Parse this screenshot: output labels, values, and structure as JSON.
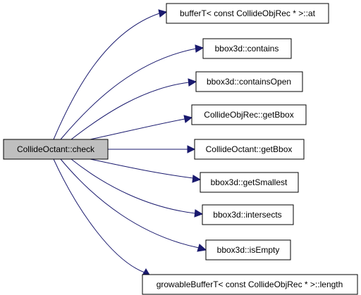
{
  "root": {
    "label": "CollideOctant::check"
  },
  "callees": [
    {
      "label": "bufferT< const CollideObjRec * >::at"
    },
    {
      "label": "bbox3d::contains"
    },
    {
      "label": "bbox3d::containsOpen"
    },
    {
      "label": "CollideObjRec::getBbox"
    },
    {
      "label": "CollideOctant::getBbox"
    },
    {
      "label": "bbox3d::getSmallest"
    },
    {
      "label": "bbox3d::intersects"
    },
    {
      "label": "bbox3d::isEmpty"
    },
    {
      "label": "growableBufferT< const CollideObjRec * >::length"
    }
  ],
  "colors": {
    "edge": "#1a1a6e",
    "root_fill": "#bfbfbf",
    "node_fill": "#ffffff"
  }
}
